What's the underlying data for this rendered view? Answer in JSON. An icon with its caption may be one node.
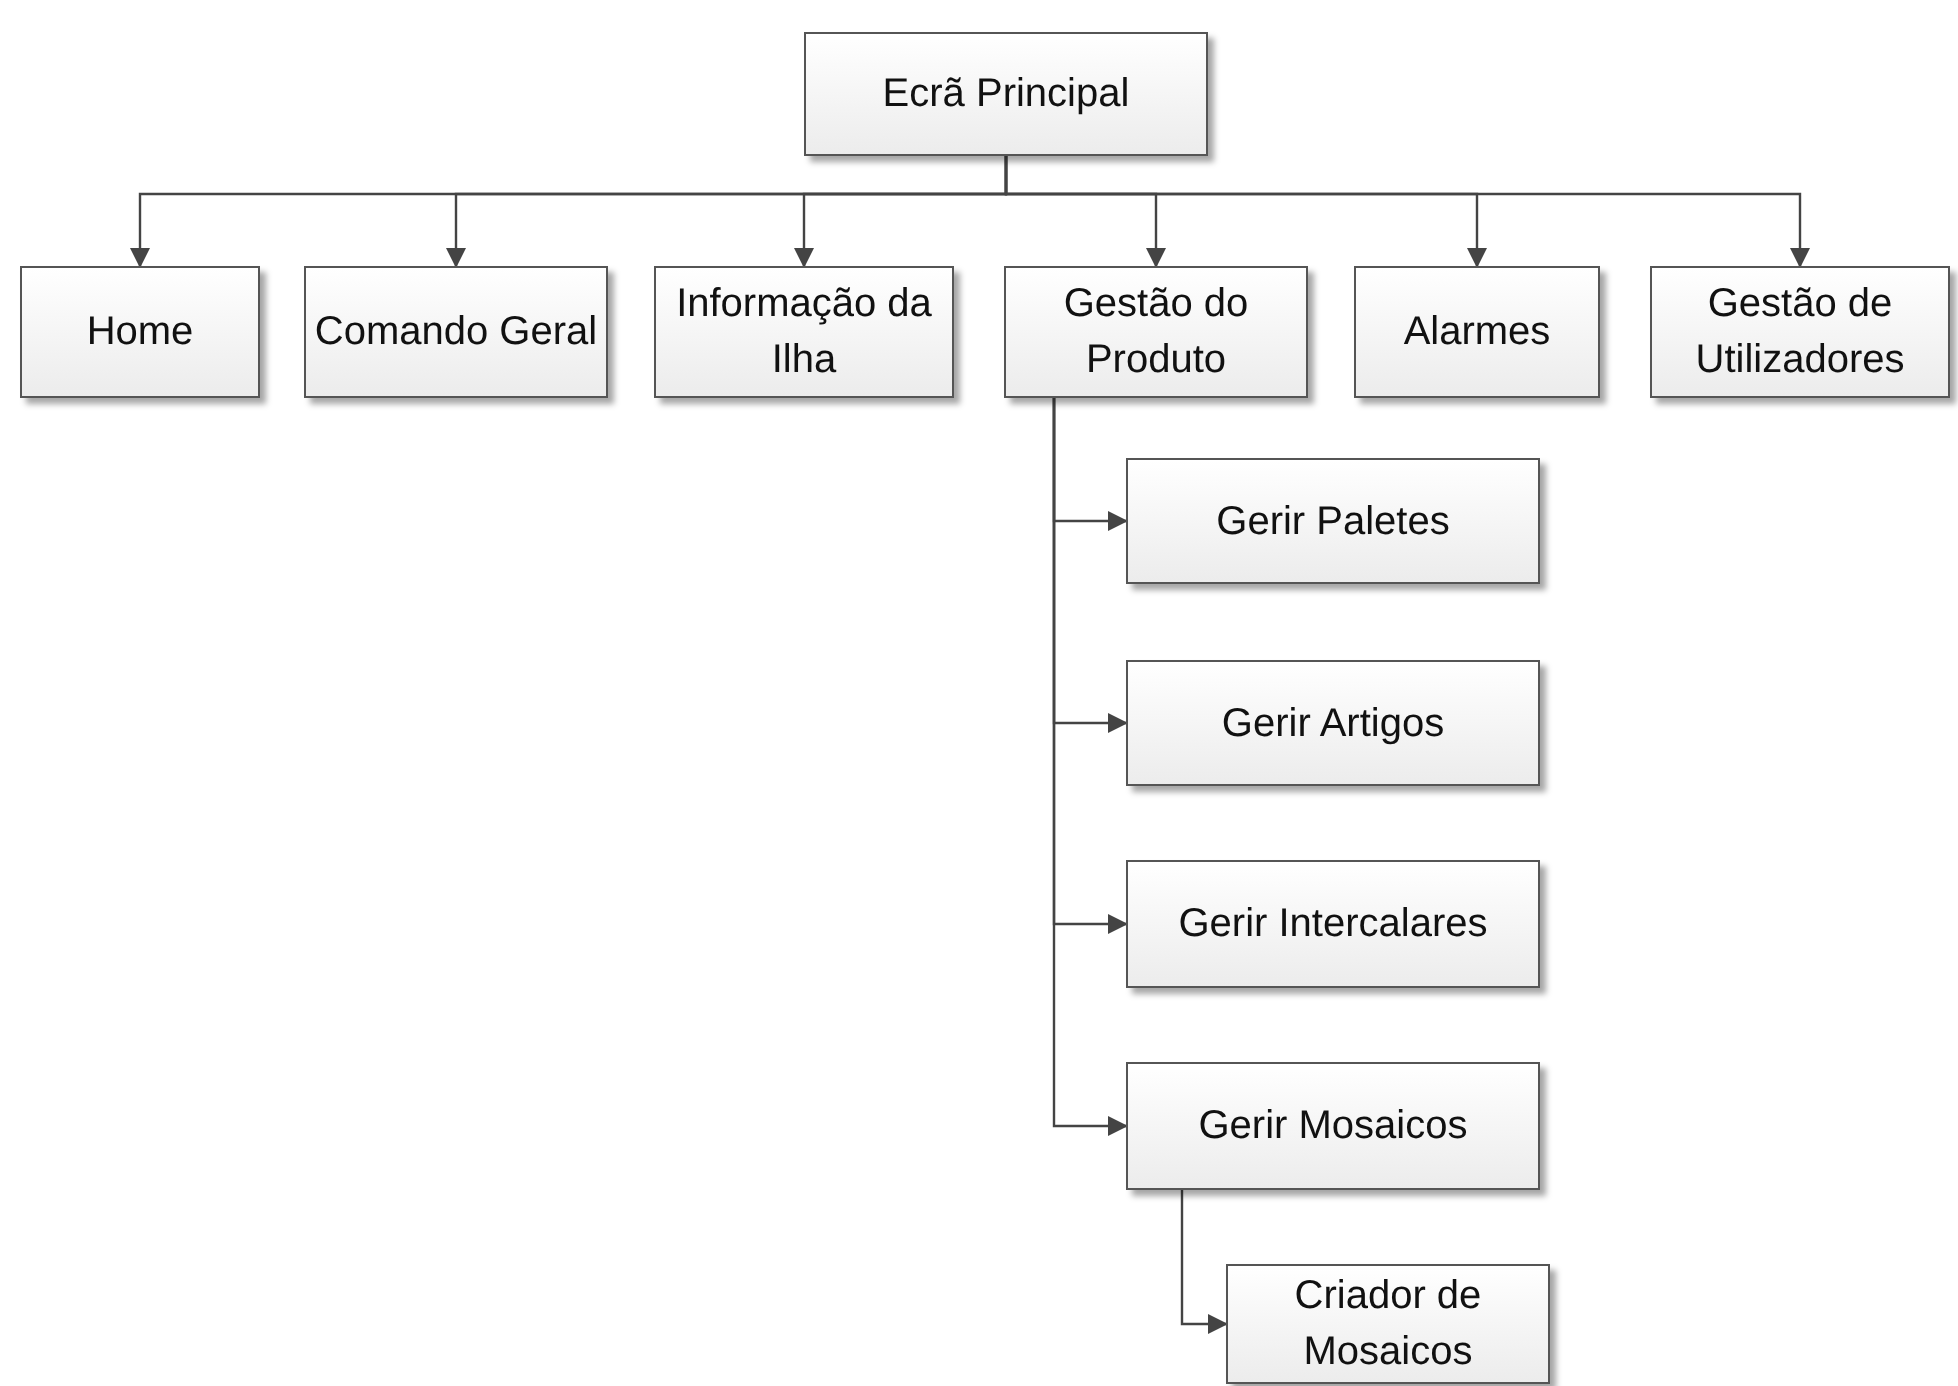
{
  "diagram": {
    "nodes": [
      {
        "text": [
          "Ecrã Principal"
        ]
      },
      {
        "text": [
          "Home"
        ]
      },
      {
        "text": [
          "Comando Geral"
        ]
      },
      {
        "text": [
          "Informação da Ilha"
        ]
      },
      {
        "text": [
          "Gestão do Produto"
        ]
      },
      {
        "text": [
          "Alarmes"
        ]
      },
      {
        "text": [
          "Gestão de Utilizadores"
        ]
      },
      {
        "text": [
          "Gerir Paletes"
        ]
      },
      {
        "text": [
          "Gerir Artigos"
        ]
      },
      {
        "text": [
          "Gerir Intercalares"
        ]
      },
      {
        "text": [
          "Gerir Mosaicos"
        ]
      },
      {
        "text": [
          "Criador de Mosaicos"
        ]
      }
    ],
    "edges": [
      {
        "from": 0,
        "to": 1,
        "arrow": "to"
      },
      {
        "from": 0,
        "to": 2,
        "arrow": "to"
      },
      {
        "from": 0,
        "to": 3,
        "arrow": "to"
      },
      {
        "from": 0,
        "to": 4,
        "arrow": "to"
      },
      {
        "from": 0,
        "to": 5,
        "arrow": "to"
      },
      {
        "from": 0,
        "to": 6,
        "arrow": "to"
      },
      {
        "from": 4,
        "to": 7,
        "arrow": "to"
      },
      {
        "from": 4,
        "to": 8,
        "arrow": "to"
      },
      {
        "from": 4,
        "to": 9,
        "arrow": "to"
      },
      {
        "from": 4,
        "to": 10,
        "arrow": "to"
      },
      {
        "from": 10,
        "to": 11,
        "arrow": "to"
      }
    ]
  }
}
